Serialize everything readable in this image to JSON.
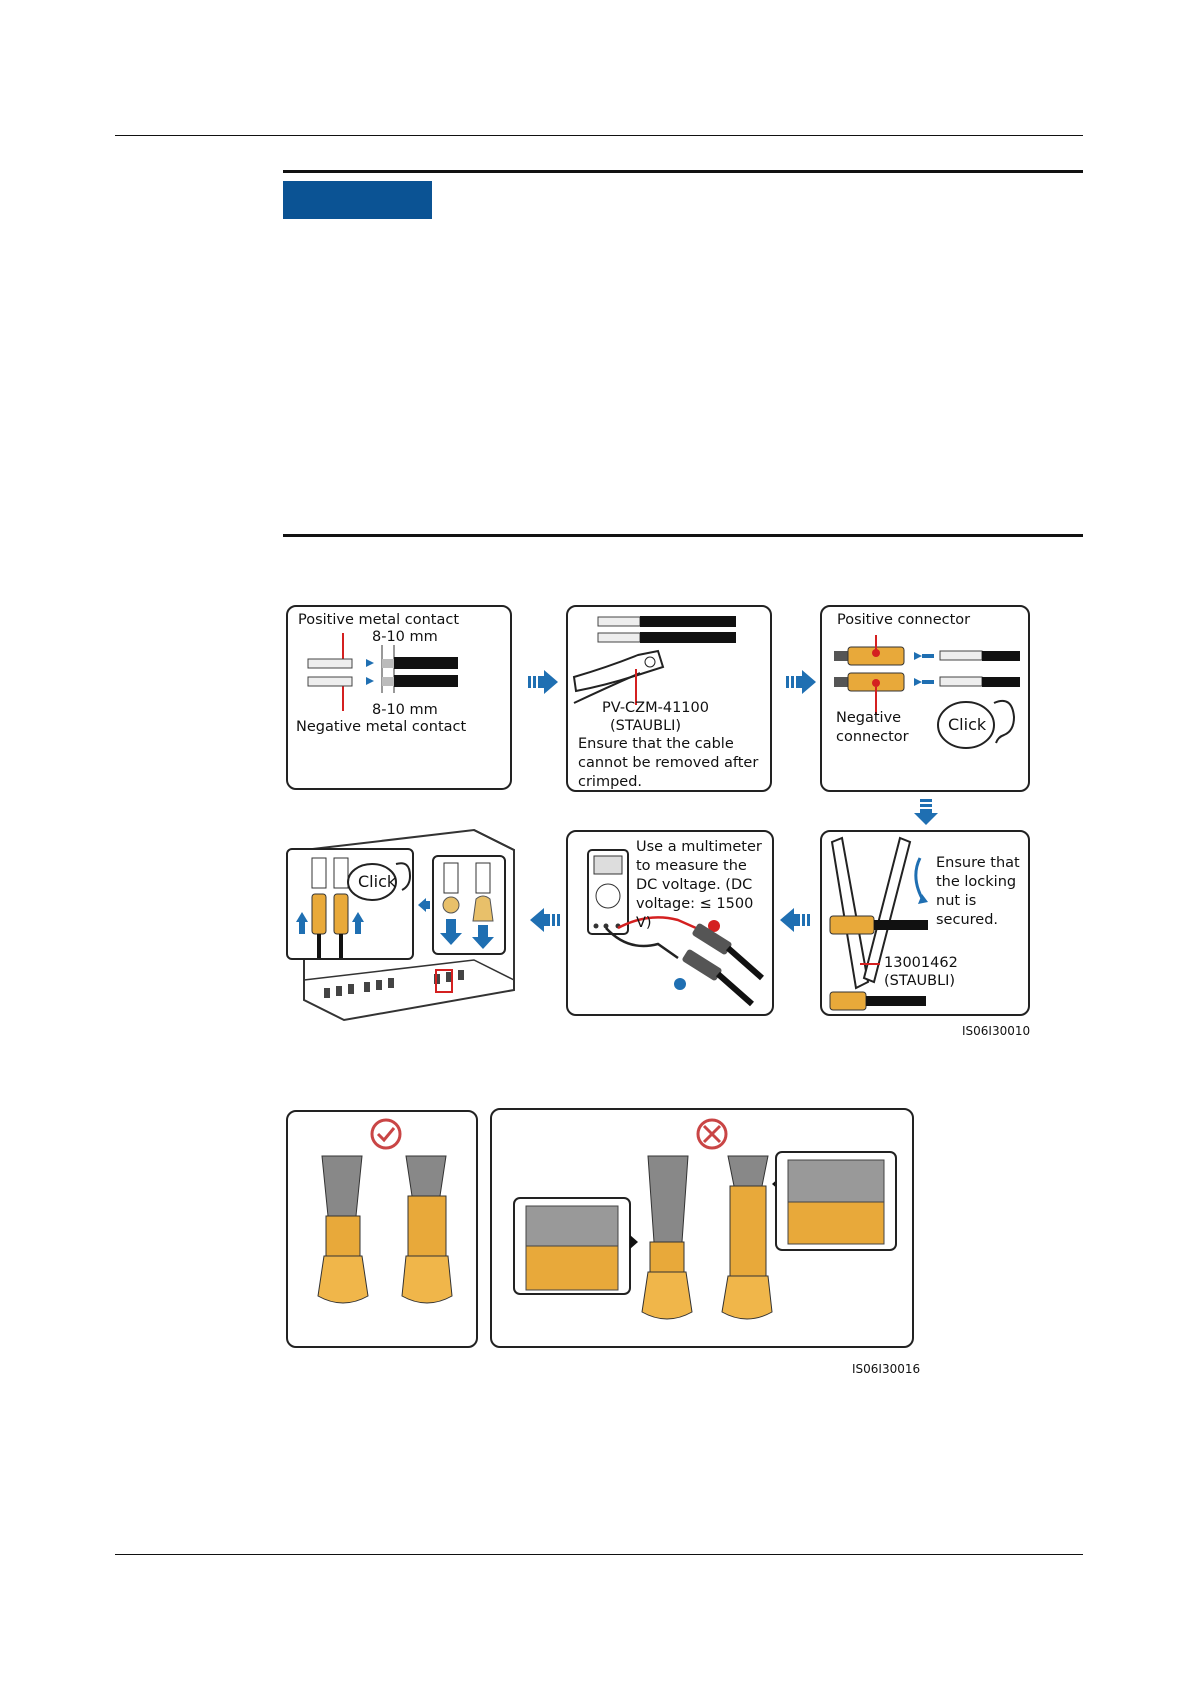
{
  "figure1": {
    "id": "IS06I30010",
    "step1": {
      "positive_metal_contact": "Positive metal contact",
      "strip_length_top": "8-10 mm",
      "strip_length_bottom": "8-10 mm",
      "negative_metal_contact": "Negative metal contact"
    },
    "step2": {
      "tool_model": "PV-CZM-41100",
      "tool_brand": "(STAUBLI)",
      "note": "Ensure that the cable\ncannot be removed after\ncrimped."
    },
    "step3": {
      "positive_connector": "Positive connector",
      "negative_connector": "Negative\nconnector",
      "click_label": "Click"
    },
    "step4": {
      "note": "Ensure that\nthe locking\nnut is\nsecured.",
      "wrench_model": "13001462",
      "wrench_brand": "(STAUBLI)"
    },
    "step5": {
      "note": "Use a multimeter\nto measure the\nDC voltage. (DC\nvoltage: ≤ 1500 V)"
    },
    "step6": {
      "click_label": "Click"
    }
  },
  "figure2": {
    "id": "IS06I30016",
    "correct_icon": "check-circle-icon",
    "incorrect_icon": "cross-circle-icon"
  },
  "colors": {
    "notice_blue": "#0b5394",
    "arrow_blue": "#1f6fb2",
    "connector_orange": "#e8a93a",
    "contact_red": "#d42020",
    "mark_red": "#c94545"
  }
}
